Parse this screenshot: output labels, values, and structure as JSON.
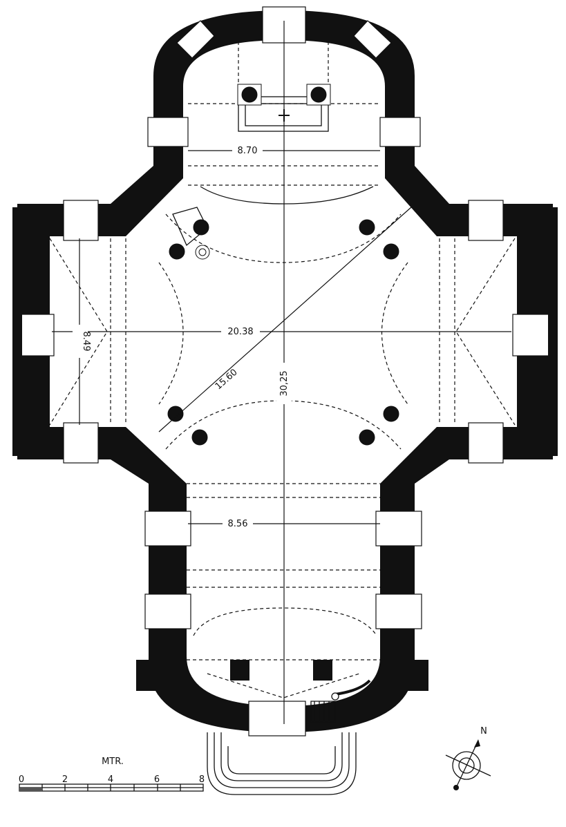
{
  "plan": {
    "dimensions": {
      "choir_width": "8.70",
      "transept_length": "20.38",
      "transept_width": "8.49",
      "crossing_diagonal": "15.60",
      "total_length": "30,25",
      "nave_width": "8.56"
    },
    "scale_bar": {
      "unit": "MTR.",
      "ticks": [
        "0",
        "2",
        "4",
        "6",
        "8"
      ]
    },
    "compass": {
      "north_label": "N"
    }
  }
}
